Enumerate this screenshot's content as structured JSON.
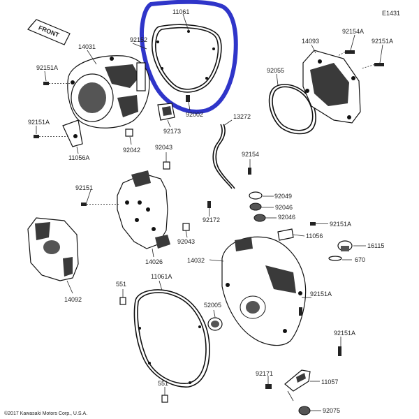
{
  "diagram": {
    "figure_code": "E1431",
    "copyright": "©2017 Kawasaki Motors Corp., U.S.A.",
    "front_label": "FRONT",
    "highlight_color": "#2f35c9",
    "part_numbers": {
      "p11061": "11061",
      "p92152_top": "92152",
      "p14031": "14031",
      "p92151a_left1": "92151A",
      "p92151a_left2": "92151A",
      "p11056a": "11056A",
      "p92042": "92042",
      "p92173": "92173",
      "p92002": "92002",
      "p92043_a": "92043",
      "p92043_b": "92043",
      "p92151_mid": "92151",
      "p92172": "92172",
      "p14026": "14026",
      "p14092": "14092",
      "p13272": "13272",
      "p92154": "92154",
      "p92049": "92049",
      "p92046_a": "92046",
      "p92046_b": "92046",
      "p92151a_r1": "92151A",
      "p11056": "11056",
      "p16115": "16115",
      "p670": "670",
      "p14032": "14032",
      "p92151a_r2": "92151A",
      "p92151a_r3": "92151A",
      "p52005": "52005",
      "p551_a": "551",
      "p11061a": "11061A",
      "p551_b": "551",
      "p92171": "92171",
      "p11057": "11057",
      "p92075": "92075",
      "p14093": "14093",
      "p92154a": "92154A",
      "p92151a_tr": "92151A",
      "p92055": "92055"
    }
  }
}
